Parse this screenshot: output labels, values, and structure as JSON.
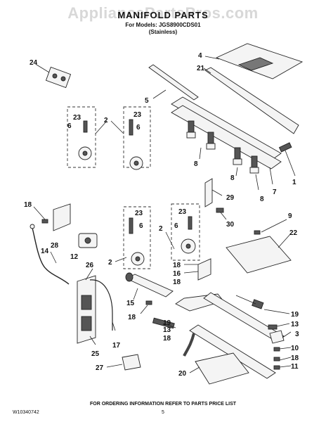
{
  "watermark": "AppliancePartsPros.com",
  "header": {
    "title": "MANIFOLD PARTS",
    "models": "For Models: JGS8900CDS01",
    "finish": "(Stainless)"
  },
  "footer": {
    "doc_number": "W10340742",
    "ordering_note": "FOR ORDERING INFORMATION REFER TO PARTS PRICE LIST",
    "page_number": "5"
  },
  "callouts": {
    "c24": "24",
    "c4": "4",
    "c21": "21",
    "c5": "5",
    "c23a": "23",
    "c6a": "6",
    "c2a": "2",
    "c23b": "23",
    "c6b": "6",
    "c8a": "8",
    "c8b": "8",
    "c8c": "8",
    "c7": "7",
    "c1": "1",
    "c29": "29",
    "c30": "30",
    "c18a": "18",
    "c28": "28",
    "c14": "14",
    "c12": "12",
    "c23c": "23",
    "c6c": "6",
    "c2b": "2",
    "c23d": "23",
    "c6d": "6",
    "c2c": "2",
    "c9": "9",
    "c22": "22",
    "c26": "26",
    "c18b": "18",
    "c16": "16",
    "c18c": "18",
    "c15": "15",
    "c18d": "18",
    "c19a": "19",
    "c13a": "13",
    "c19b": "19",
    "c13b": "13",
    "c18e": "18",
    "c3": "3",
    "c25": "25",
    "c17": "17",
    "c10": "10",
    "c18f": "18",
    "c11": "11",
    "c27": "27",
    "c20": "20"
  }
}
